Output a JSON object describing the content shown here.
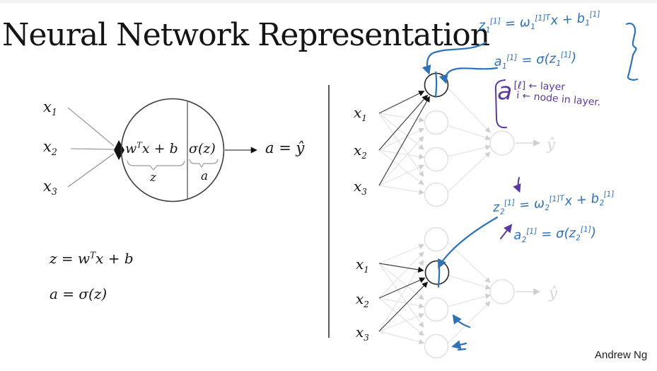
{
  "colors": {
    "ink": "#161616",
    "pen_blue": "#2f72b8",
    "pen_purple": "#5a3aa0",
    "network_gray": "#e4e4e4",
    "ghost_text": "#d6d6d6"
  },
  "title": "Neural Network Representation",
  "credit": "Andrew Ng",
  "left_panel": {
    "inputs": {
      "x1": "x_{1}",
      "x2": "x_{2}",
      "x3": "x_{3}"
    },
    "neuron": {
      "pre_activation": "w^{T}x + b",
      "activation": "σ(z)",
      "pre_label": "z",
      "act_label": "a",
      "output": "a = ŷ"
    },
    "equations": {
      "z": "z = w^{T}x + b",
      "a": "a = σ(z)"
    }
  },
  "right_panel": {
    "top_network": {
      "inputs": {
        "x1": "x_{1}",
        "x2": "x_{2}",
        "x3": "x_{3}"
      },
      "output": "ŷ"
    },
    "bottom_network": {
      "inputs": {
        "x1": "x_{1}",
        "x2": "x_{2}",
        "x3": "x_{3}"
      },
      "output": "ŷ"
    },
    "annotations": {
      "node1_z": "z_{1}^{[1]} = ω_{1}^{[1]T}x + b_{1}^{[1]}",
      "node1_a": "a_{1}^{[1]} = σ(z_{1}^{[1]})",
      "node2_z": "z_{2}^{[1]} = ω_{2}^{[1]T}x + b_{2}^{[1]}",
      "node2_a": "a_{2}^{[1]} = σ(z_{2}^{[1]})",
      "notation": {
        "base": "a",
        "superscript": "[ℓ] ← layer",
        "subscript": "i ← node in layer."
      }
    }
  }
}
